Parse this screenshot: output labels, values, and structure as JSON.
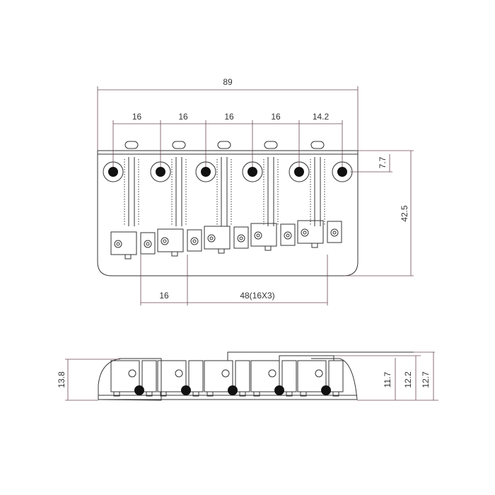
{
  "top_view": {
    "overall_width": "89",
    "string_spacings": [
      "16",
      "16",
      "16",
      "16",
      "14.2"
    ],
    "hole_offset": "7.7",
    "overall_length": "42.5",
    "screw_spacing_first": "16",
    "screw_spacing_rest": "48(16X3)"
  },
  "side_view": {
    "left_height": "13.8",
    "heights_right": [
      "11.7",
      "12.2",
      "12.7"
    ]
  },
  "colors": {
    "line": "#333333",
    "dimension": "#6b4a55"
  }
}
